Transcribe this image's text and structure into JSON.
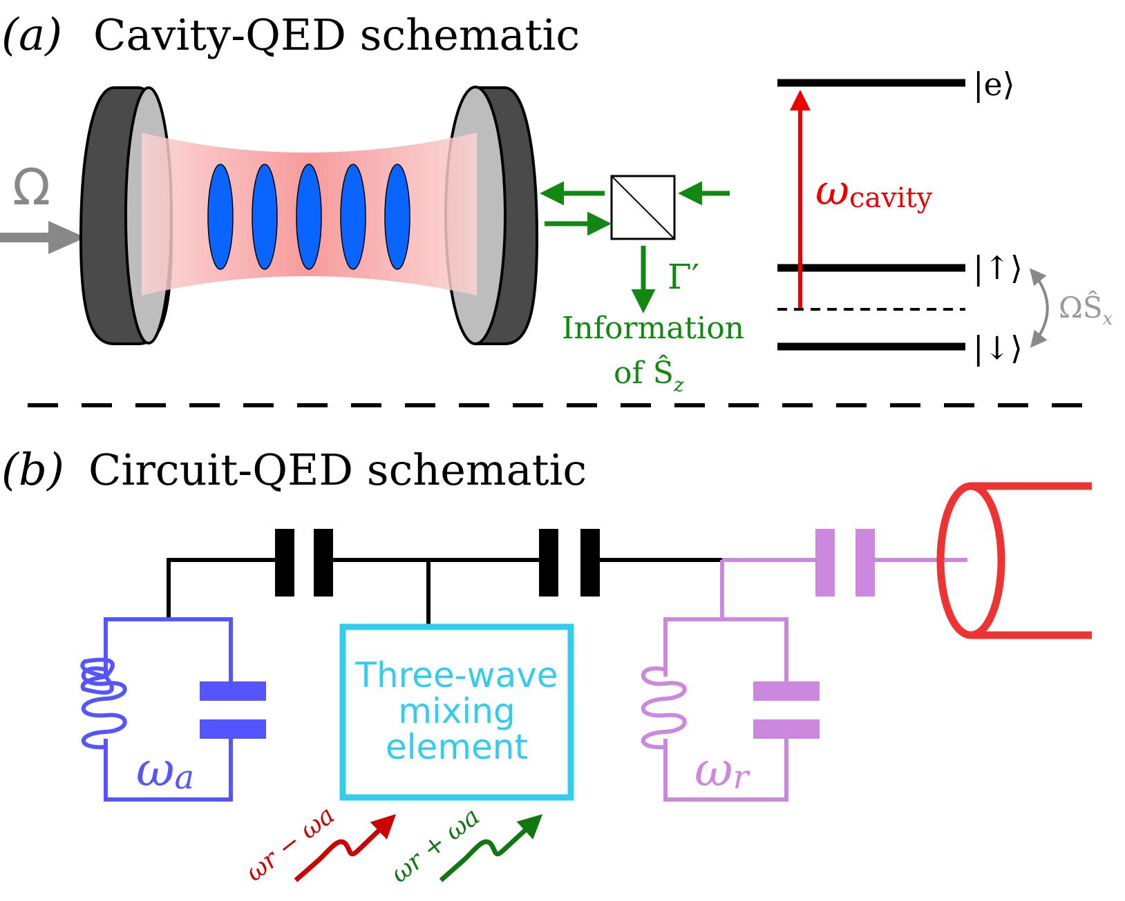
{
  "panel_a": {
    "label": "(a)",
    "title": "Cavity-QED schematic",
    "drive_symbol": "Ω",
    "decay_symbol": "Γ′",
    "info_line1": "Information",
    "info_line2": "of Ŝ",
    "info_sub": "z",
    "levels": {
      "excited": "|e⟩",
      "up": "|↑⟩",
      "down": "|↓⟩"
    },
    "cavity_omega": "ω",
    "cavity_sub": "cavity",
    "coupling": "ΩŜ",
    "coupling_sub": "x"
  },
  "panel_b": {
    "label": "(b)",
    "title": "Circuit-QED schematic",
    "mixer_line1": "Three-wave",
    "mixer_line2": "mixing",
    "mixer_line3": "element",
    "omega_a": "ω",
    "omega_a_sub": "a",
    "omega_r": "ω",
    "omega_r_sub": "r",
    "diff_freq": "ωr − ωa",
    "sum_freq": "ωr + ωa"
  },
  "colors": {
    "mirror_dark": "#4a4a4a",
    "mirror_light": "#bdbdbd",
    "atoms": "#0a64ff",
    "beam": "#f08080",
    "green": "#118811",
    "red": "#ee0000",
    "gray": "#888888",
    "blue_lc": "#5555ff",
    "cyan_mixer": "#33ccee",
    "violet_lc": "#cc88dd",
    "coax": "#ee3333"
  }
}
